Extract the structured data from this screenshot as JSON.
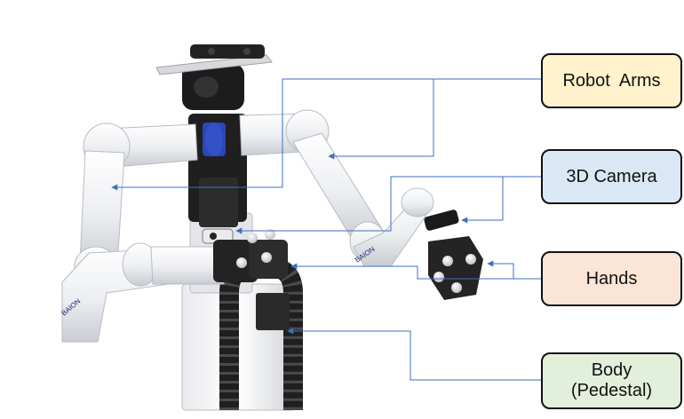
{
  "labels": {
    "robot_arms": "Robot  Arms",
    "camera_3d": "3D Camera",
    "hands": "Hands",
    "body_line1": "Body",
    "body_line2": "(Pedestal)"
  },
  "colors": {
    "robot_arms_fill": "#fff2cc",
    "camera_fill": "#dae8f5",
    "hands_fill": "#fbe5d6",
    "body_fill": "#e2efda",
    "leader_line": "#3b6fc4",
    "robot_white": "#eeeff1",
    "robot_dark": "#1e1e1e",
    "joint_blue": "#2b46b8"
  },
  "robot_logo_text": "BAION"
}
